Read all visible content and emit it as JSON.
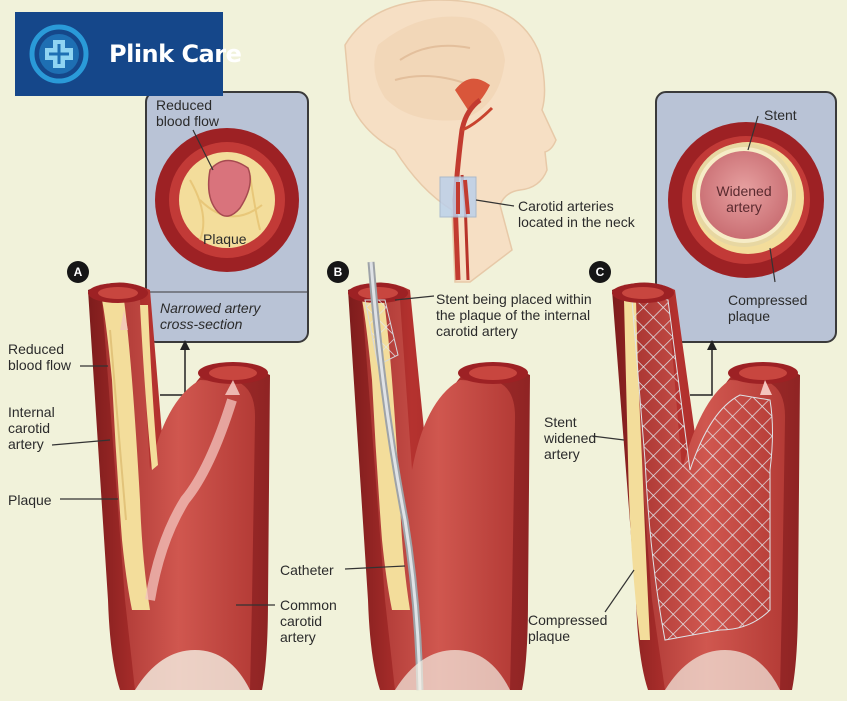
{
  "brand": {
    "name": "Plink Care",
    "icon": "medical-cross-logo-icon",
    "colors": {
      "box": "#15478a",
      "ring": "#2a9ad8",
      "cross": "#8fd4f2"
    }
  },
  "colors": {
    "background": "#f1f2da",
    "artery": "#b5322f",
    "artery_dark": "#7d1c1c",
    "lumen": "#c54a44",
    "plaque": "#f3dd9b",
    "inset_panel": "#b9c3d6",
    "stent": "#cfd4da",
    "skin": "#f6dfc4"
  },
  "panels": {
    "a": {
      "badge": "A",
      "inset_label_top": "Reduced blood flow",
      "inset_label_plaque": "Plaque",
      "inset_caption": "Narrowed artery cross-section",
      "label_reduced": "Reduced blood flow",
      "label_internal": "Internal carotid artery",
      "label_plaque": "Plaque",
      "label_common": "Common carotid artery"
    },
    "b": {
      "badge": "B",
      "label_head": "Carotid arteries located in the neck",
      "label_stent": "Stent being placed within the plaque of the internal carotid artery",
      "label_catheter": "Catheter"
    },
    "c": {
      "badge": "C",
      "inset_label_stent": "Stent",
      "inset_label_center": "Widened artery",
      "inset_label_plaque": "Compressed plaque",
      "label_widened": "Stent widened artery",
      "label_compressed": "Compressed plaque"
    }
  }
}
